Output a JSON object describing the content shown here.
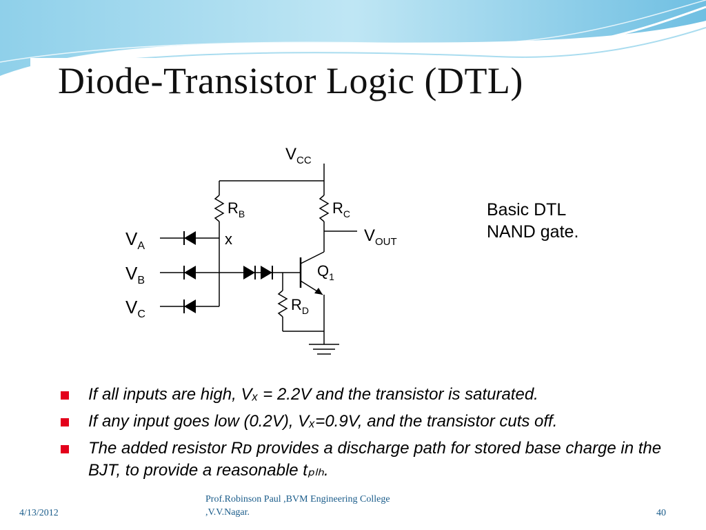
{
  "slide": {
    "title": "Diode-Transistor Logic (DTL)",
    "caption_line1": "Basic DTL",
    "caption_line2": "NAND gate.",
    "bullets": [
      "If all inputs are high, Vₓ = 2.2V and the transistor is saturated.",
      "If any input goes low (0.2V), Vₓ=0.9V, and the transistor cuts off.",
      "The added resistor Rᴅ provides a discharge path for stored base charge in the BJT, to provide a reasonable tₚₗₕ."
    ]
  },
  "circuit": {
    "labels": {
      "vcc": "V",
      "vcc_sub": "CC",
      "rb": "R",
      "rb_sub": "B",
      "rc": "R",
      "rc_sub": "C",
      "rd": "R",
      "rd_sub": "D",
      "vout": "V",
      "vout_sub": "OUT",
      "va": "V",
      "va_sub": "A",
      "vb": "V",
      "vb_sub": "B",
      "vc": "V",
      "vc_sub": "C",
      "node_x": "x",
      "q1": "Q",
      "q1_sub": "1"
    }
  },
  "footer": {
    "date": "4/13/2012",
    "author_line1": "Prof.Robinson Paul ,BVM Engineering College",
    "author_line2": ",V.V.Nagar.",
    "page": "40"
  },
  "colors": {
    "accent": "#7fc6e6",
    "bullet": "#e3001b",
    "footer_text": "#1a5c8a"
  }
}
